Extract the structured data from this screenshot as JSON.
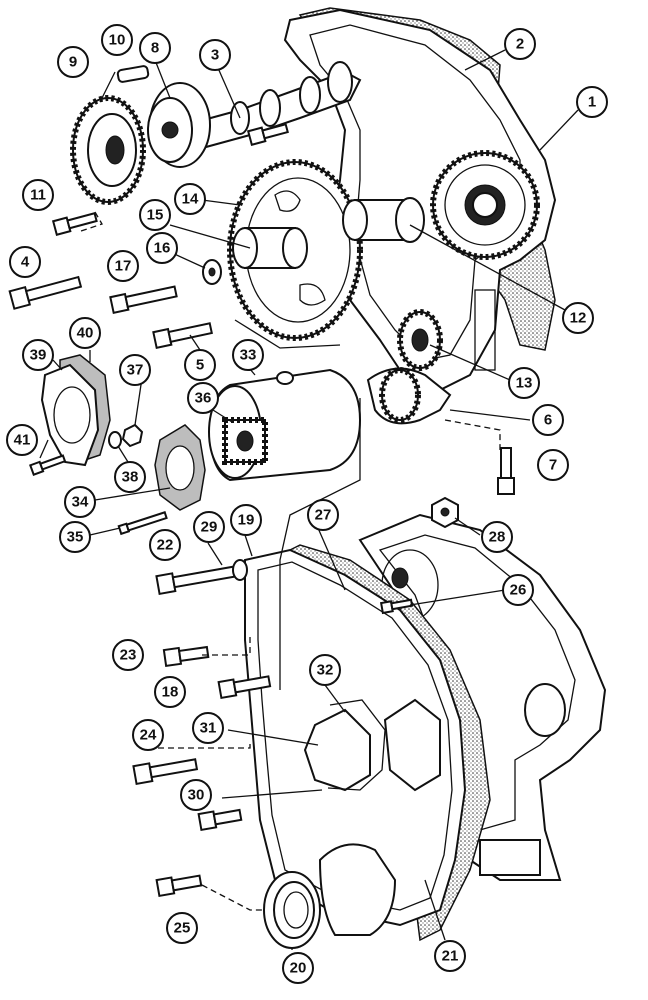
{
  "diagram": {
    "type": "exploded-parts-diagram",
    "callouts": [
      {
        "id": "c1",
        "label": "1"
      },
      {
        "id": "c2",
        "label": "2"
      },
      {
        "id": "c3",
        "label": "3"
      },
      {
        "id": "c4",
        "label": "4"
      },
      {
        "id": "c5",
        "label": "5"
      },
      {
        "id": "c6",
        "label": "6"
      },
      {
        "id": "c7",
        "label": "7"
      },
      {
        "id": "c8",
        "label": "8"
      },
      {
        "id": "c9",
        "label": "9"
      },
      {
        "id": "c10",
        "label": "10"
      },
      {
        "id": "c11",
        "label": "11"
      },
      {
        "id": "c12",
        "label": "12"
      },
      {
        "id": "c13",
        "label": "13"
      },
      {
        "id": "c14",
        "label": "14"
      },
      {
        "id": "c15",
        "label": "15"
      },
      {
        "id": "c16",
        "label": "16"
      },
      {
        "id": "c17",
        "label": "17"
      },
      {
        "id": "c18",
        "label": "18"
      },
      {
        "id": "c19",
        "label": "19"
      },
      {
        "id": "c20",
        "label": "20"
      },
      {
        "id": "c21",
        "label": "21"
      },
      {
        "id": "c22",
        "label": "22"
      },
      {
        "id": "c23",
        "label": "23"
      },
      {
        "id": "c24",
        "label": "24"
      },
      {
        "id": "c25",
        "label": "25"
      },
      {
        "id": "c26",
        "label": "26"
      },
      {
        "id": "c27",
        "label": "27"
      },
      {
        "id": "c28",
        "label": "28"
      },
      {
        "id": "c29",
        "label": "29"
      },
      {
        "id": "c30",
        "label": "30"
      },
      {
        "id": "c31",
        "label": "31"
      },
      {
        "id": "c32",
        "label": "32"
      },
      {
        "id": "c33",
        "label": "33"
      },
      {
        "id": "c34",
        "label": "34"
      },
      {
        "id": "c35",
        "label": "35"
      },
      {
        "id": "c36",
        "label": "36"
      },
      {
        "id": "c37",
        "label": "37"
      },
      {
        "id": "c38",
        "label": "38"
      },
      {
        "id": "c39",
        "label": "39"
      },
      {
        "id": "c40",
        "label": "40"
      },
      {
        "id": "c41",
        "label": "41"
      }
    ]
  },
  "colors": {
    "ink": "#111111",
    "paper": "#ffffff",
    "gasket": "#bdbdbd"
  }
}
